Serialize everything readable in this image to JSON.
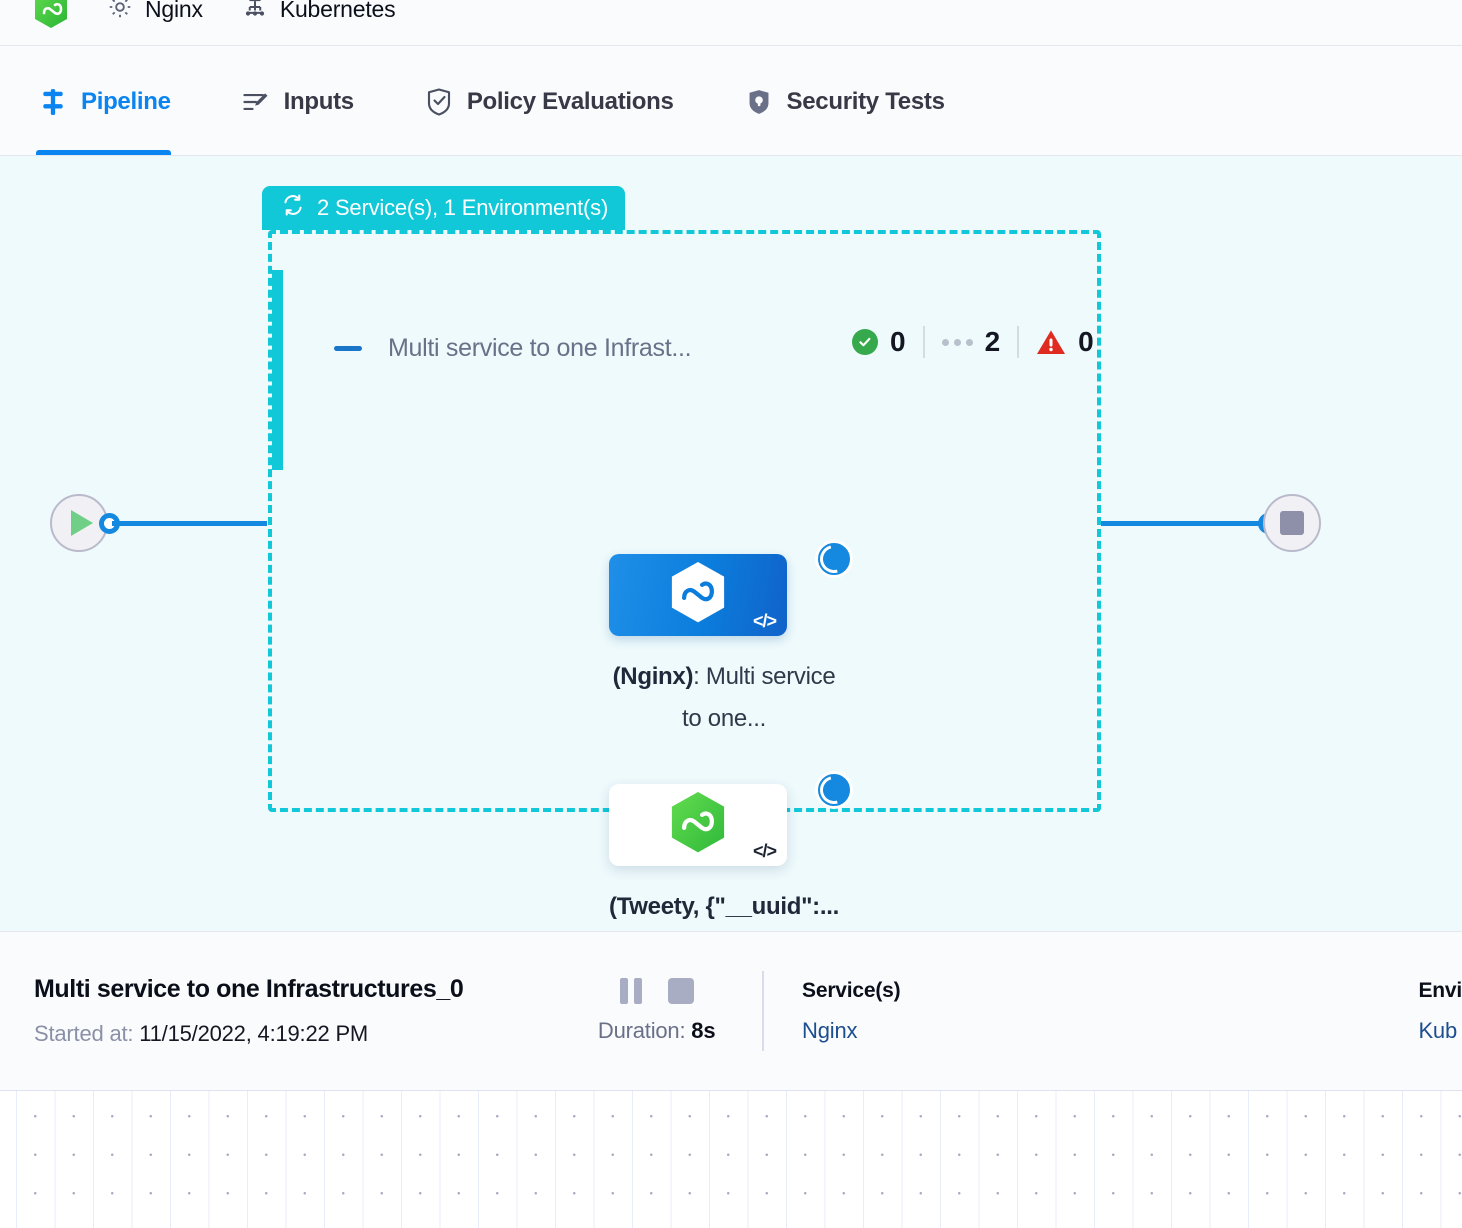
{
  "breadcrumb": {
    "logo_icon": "hexagon-infinity-logo-green",
    "items": [
      {
        "icon": "gear-icon",
        "label": "Nginx"
      },
      {
        "icon": "kubernetes-icon",
        "label": "Kubernetes"
      }
    ]
  },
  "tabs": [
    {
      "id": "pipeline",
      "label": "Pipeline",
      "icon": "pipeline-icon",
      "active": true
    },
    {
      "id": "inputs",
      "label": "Inputs",
      "icon": "inputs-icon",
      "active": false
    },
    {
      "id": "policy",
      "label": "Policy Evaluations",
      "icon": "shield-check-icon",
      "active": false
    },
    {
      "id": "security",
      "label": "Security Tests",
      "icon": "shield-lock-icon",
      "active": false
    }
  ],
  "canvas": {
    "start_node": {
      "icon": "play-icon"
    },
    "end_node": {
      "icon": "stop-icon"
    },
    "group": {
      "tab_icon": "loop-repeat-icon",
      "tab_label": "2 Service(s), 1 Environment(s)",
      "collapse_icon": "minus-icon",
      "title": "Multi service to one Infrast...",
      "counters": {
        "success_icon": "check-circle-icon",
        "success_count": "0",
        "pending_icon": "pending-dots-icon",
        "pending_count": "2",
        "error_icon": "warning-triangle-icon",
        "error_count": "0"
      },
      "services": [
        {
          "id": "nginx",
          "logo_icon": "hexagon-infinity-logo-white",
          "code_icon": "code-brackets-icon",
          "status_icon": "spinner-running-icon",
          "label_bold": "(Nginx)",
          "label_rest": ": Multi service to one..."
        },
        {
          "id": "tweety",
          "logo_icon": "hexagon-infinity-logo-green",
          "code_icon": "code-brackets-icon",
          "status_icon": "spinner-running-icon",
          "label_bold": "(Tweety, {\"__uuid\":...",
          "label_rest": ""
        }
      ]
    }
  },
  "detail": {
    "title": "Multi service to one Infrastructures_0",
    "started_label": "Started at:",
    "started_value": "11/15/2022, 4:19:22 PM",
    "pause_icon": "pause-icon",
    "stop_icon": "stop-icon",
    "duration_label": "Duration:",
    "duration_value": "8s",
    "columns": [
      {
        "head": "Service(s)",
        "link": "Nginx"
      },
      {
        "head": "Envi",
        "link": "Kub"
      }
    ]
  },
  "colors": {
    "accent_blue": "#0a84f0",
    "group_cyan": "#10c8d8",
    "canvas_bg": "#eefafc",
    "success_green": "#35a94b",
    "error_red": "#e02b20",
    "link_blue": "#1d4e8f"
  }
}
